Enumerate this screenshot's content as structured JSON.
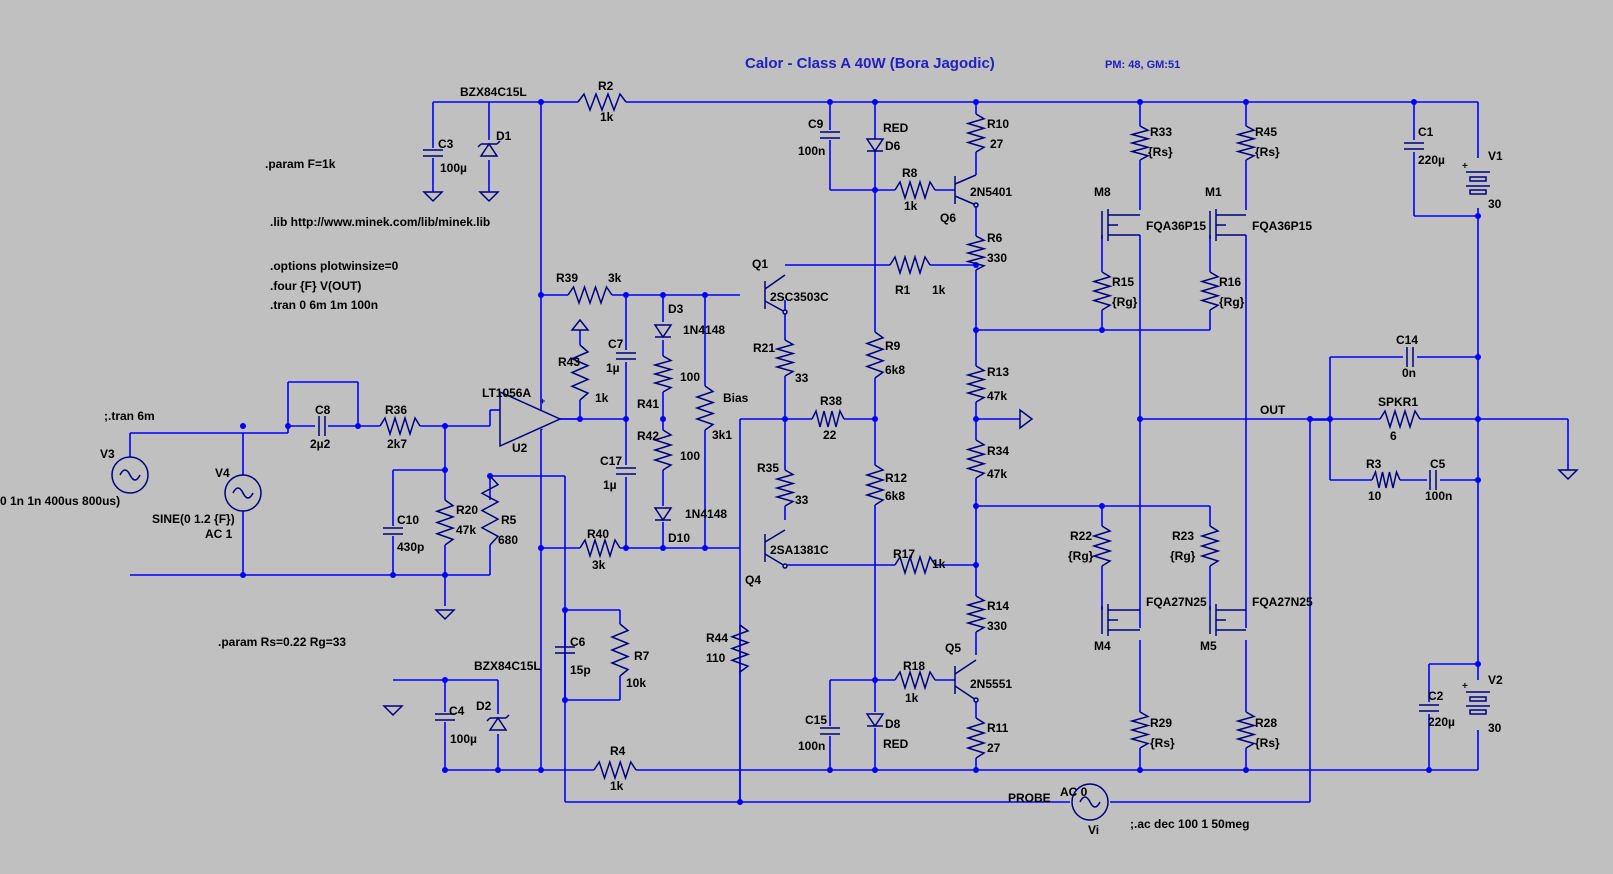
{
  "title": "Calor - Class A 40W (Bora Jagodic)",
  "margins": "PM: 48, GM:51",
  "directives": {
    "param_f": ".param F=1k",
    "lib": ".lib http://www.minek.com/lib/minek.lib",
    "options": ".options plotwinsize=0",
    "four": ".four {F} V(OUT)",
    "tran": ".tran 0 6m 1m 100n",
    "tran_comment": ";.tran 6m",
    "param_rs": ".param Rs=0.22 Rg=33",
    "ac_comment": ";.ac dec 100 1 50meg"
  },
  "sources": {
    "v3_label": "V3",
    "v3_value": "0 1n 1n 400us 800us)",
    "v4_label": "V4",
    "v4_value1": "SINE(0 1.2 {F})",
    "v4_value2": "AC 1",
    "v1_label": "V1",
    "v1_value": "30",
    "v2_label": "V2",
    "v2_value": "30",
    "vi_label": "Vi",
    "vi_value": "AC 0"
  },
  "parts": {
    "d1": "D1",
    "d1_model": "BZX84C15L",
    "d2": "D2",
    "d2_model": "BZX84C15L",
    "c3": "C3",
    "c3_val": "100µ",
    "c4": "C4",
    "c4_val": "100µ",
    "r2": "R2",
    "r2_val": "1k",
    "r4": "R4",
    "r4_val": "1k",
    "c8": "C8",
    "c8_val": "2µ2",
    "r36": "R36",
    "r36_val": "2k7",
    "c10": "C10",
    "c10_val": "430p",
    "r20": "R20",
    "r20_val": "47k",
    "r5": "R5",
    "r5_val": "680",
    "u2": "U2",
    "u2_model": "LT1056A",
    "r39": "R39",
    "r39_val": "3k",
    "r43": "R43",
    "r43_val": "1k",
    "c7": "C7",
    "c7_val": "1µ",
    "c17": "C17",
    "c17_val": "1µ",
    "d3": "D3",
    "d3_model": "1N4148",
    "d10": "D10",
    "d10_model": "1N4148",
    "r41": "R41",
    "r41_val": "100",
    "r42": "R42",
    "r42_val": "100",
    "bias": "Bias",
    "bias_val": "3k1",
    "r40": "R40",
    "r40_val": "3k",
    "c6": "C6",
    "c6_val": "15p",
    "r7": "R7",
    "r7_val": "10k",
    "r44": "R44",
    "r44_val": "110",
    "q1": "Q1",
    "q1_model": "2SC3503C",
    "q4": "Q4",
    "q4_model": "2SA1381C",
    "r21": "R21",
    "r21_val": "33",
    "r35": "R35",
    "r35_val": "33",
    "r38": "R38",
    "r38_val": "22",
    "c9": "C9",
    "c9_val": "100n",
    "d6": "D6",
    "d6_model": "RED",
    "r8": "R8",
    "r8_val": "1k",
    "q6": "Q6",
    "q6_model": "2N5401",
    "r10": "R10",
    "r10_val": "27",
    "r6": "R6",
    "r6_val": "330",
    "r1": "R1",
    "r1_val": "1k",
    "r9": "R9",
    "r9_val": "6k8",
    "r12": "R12",
    "r12_val": "6k8",
    "r13": "R13",
    "r13_val": "47k",
    "r34": "R34",
    "r34_val": "47k",
    "r17": "R17",
    "r17_val": "1k",
    "r14": "R14",
    "r14_val": "330",
    "q5": "Q5",
    "q5_model": "2N5551",
    "r18": "R18",
    "r18_val": "1k",
    "c15": "C15",
    "c15_val": "100n",
    "d8": "D8",
    "d8_model": "RED",
    "r11": "R11",
    "r11_val": "27",
    "m8": "M8",
    "m8_model": "FQA36P15",
    "m1": "M1",
    "m1_model": "FQA36P15",
    "r33": "R33",
    "r33_val": "{Rs}",
    "r45": "R45",
    "r45_val": "{Rs}",
    "r15": "R15",
    "r15_val": "{Rg}",
    "r16": "R16",
    "r16_val": "{Rg}",
    "m4": "M4",
    "m4_model": "FQA27N25",
    "m5": "M5",
    "m5_model": "FQA27N25",
    "r22": "R22",
    "r22_val": "{Rg}",
    "r23": "R23",
    "r23_val": "{Rg}",
    "r29": "R29",
    "r29_val": "{Rs}",
    "r28": "R28",
    "r28_val": "{Rs}",
    "out": "OUT",
    "probe": "PROBE",
    "c14": "C14",
    "c14_val": "0n",
    "spkr1": "SPKR1",
    "spkr1_val": "6",
    "r3": "R3",
    "r3_val": "10",
    "c5": "C5",
    "c5_val": "100n",
    "c1": "C1",
    "c1_val": "220µ",
    "c2": "C2",
    "c2_val": "220µ"
  }
}
